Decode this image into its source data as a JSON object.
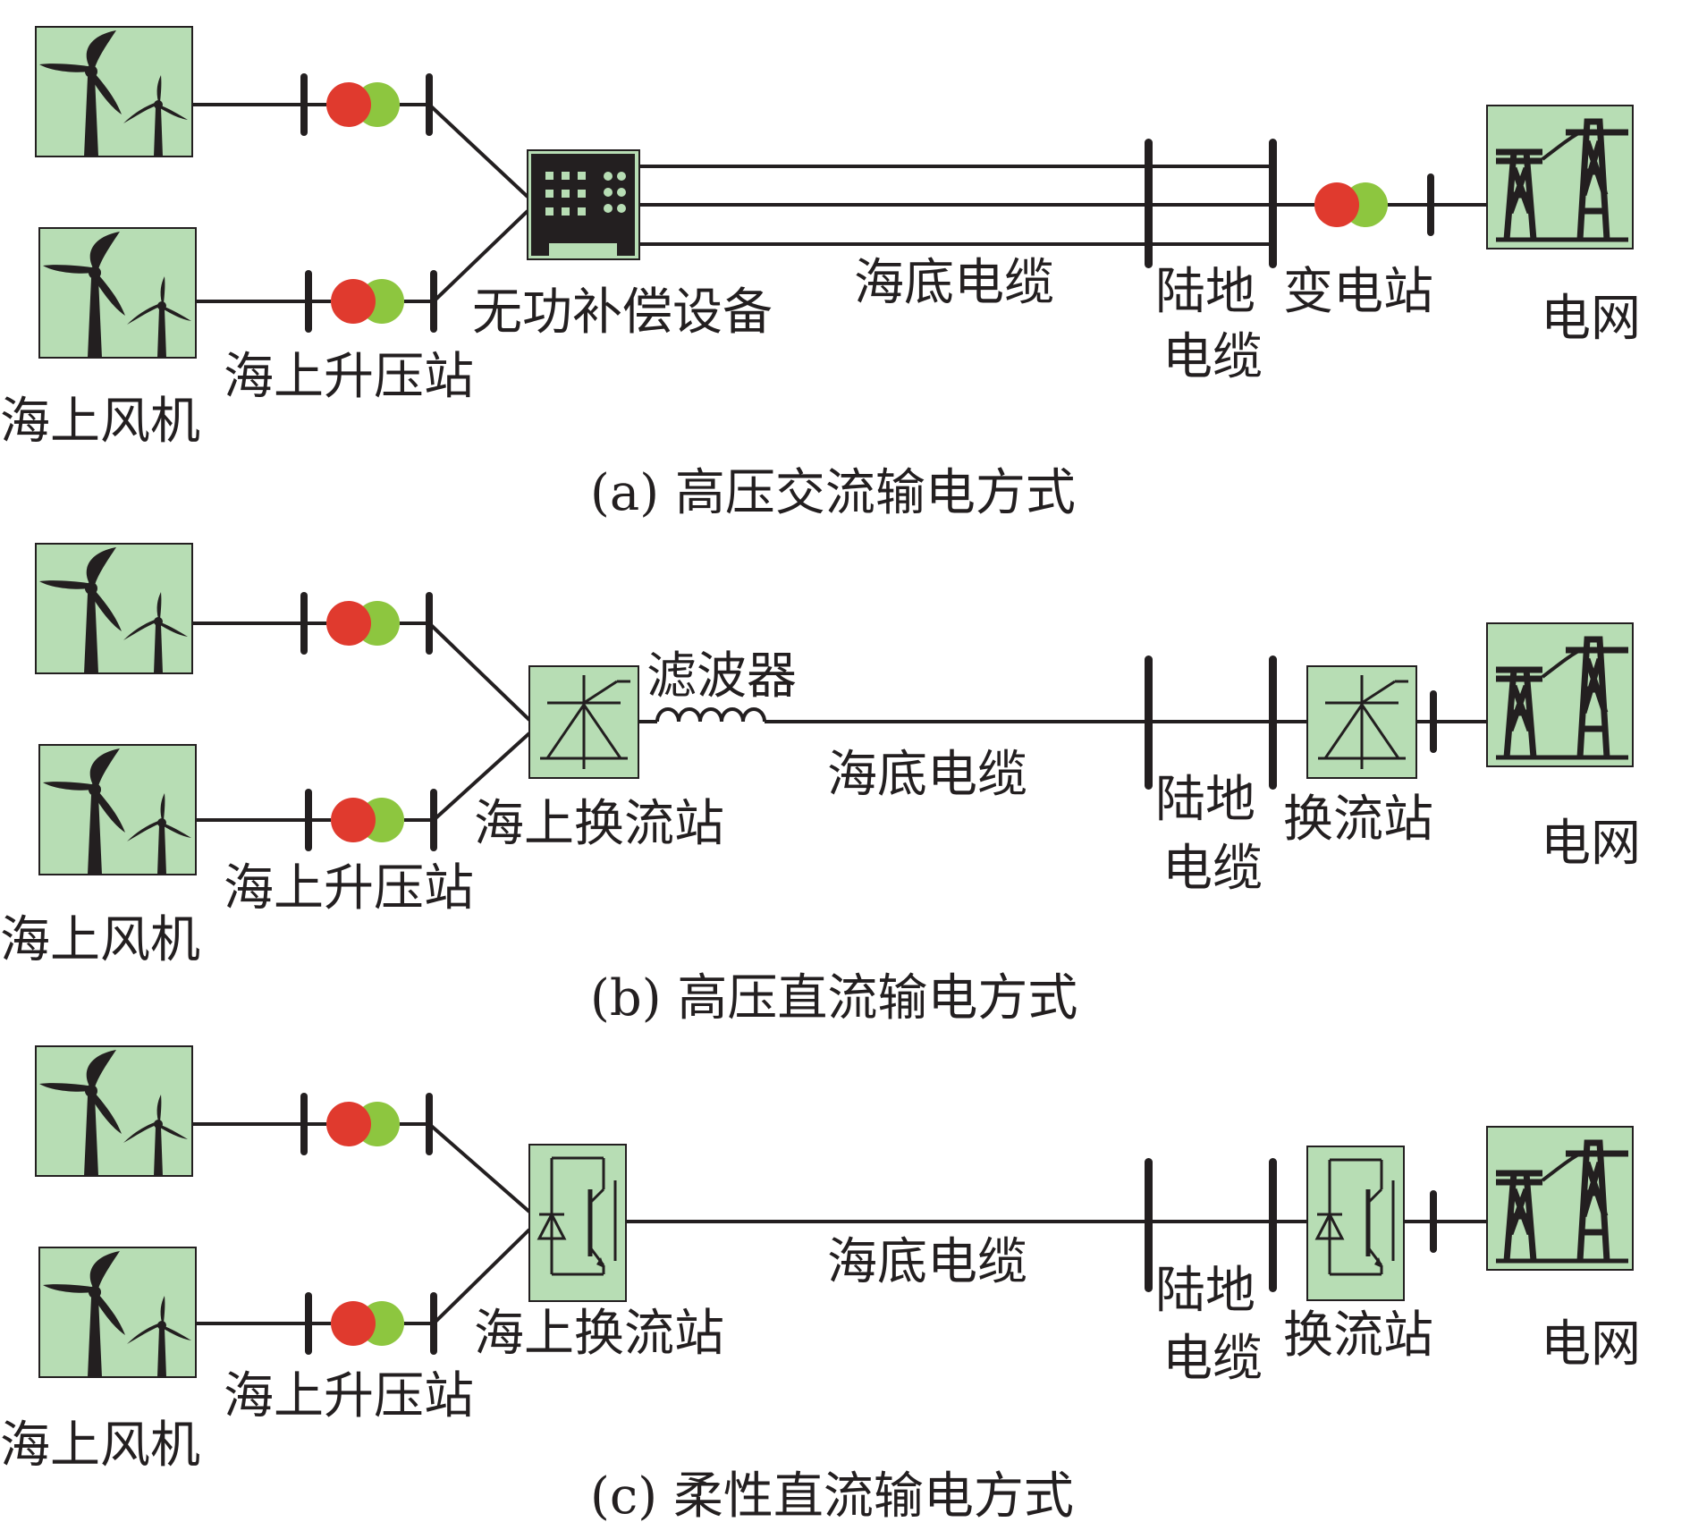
{
  "colors": {
    "box_fill": "#b7ddb4",
    "box_stroke": "#231f20",
    "line": "#231f20",
    "transformer_red": "#e03a2e",
    "transformer_green": "#8dc63f",
    "background": "#ffffff"
  },
  "icons": {
    "wind_turbine": "wind-turbine-icon",
    "transformer": "transformer-icon",
    "busbar": "busbar-icon",
    "reactive_compensation": "reactive-compensator-icon",
    "lcc_converter": "thyristor-converter-icon",
    "vsc_converter": "igbt-converter-icon",
    "filter": "inductor-filter-icon",
    "grid": "transmission-tower-icon"
  },
  "panel_a": {
    "caption": "(a) 高压交流输电方式",
    "wind_label": "海上风机",
    "booster_label": "海上升压站",
    "compensator_label": "无功补偿设备",
    "subsea_label": "海底电缆",
    "land_cable_line1": "陆地",
    "land_cable_line2": "电缆",
    "substation_label": "变电站",
    "grid_label": "电网"
  },
  "panel_b": {
    "caption": "(b) 高压直流输电方式",
    "wind_label": "海上风机",
    "booster_label": "海上升压站",
    "converter_label": "海上换流站",
    "filter_label": "滤波器",
    "subsea_label": "海底电缆",
    "land_cable_line1": "陆地",
    "land_cable_line2": "电缆",
    "onshore_converter_label": "换流站",
    "grid_label": "电网"
  },
  "panel_c": {
    "caption": "(c) 柔性直流输电方式",
    "wind_label": "海上风机",
    "booster_label": "海上升压站",
    "converter_label": "海上换流站",
    "subsea_label": "海底电缆",
    "land_cable_line1": "陆地",
    "land_cable_line2": "电缆",
    "onshore_converter_label": "换流站",
    "grid_label": "电网"
  }
}
